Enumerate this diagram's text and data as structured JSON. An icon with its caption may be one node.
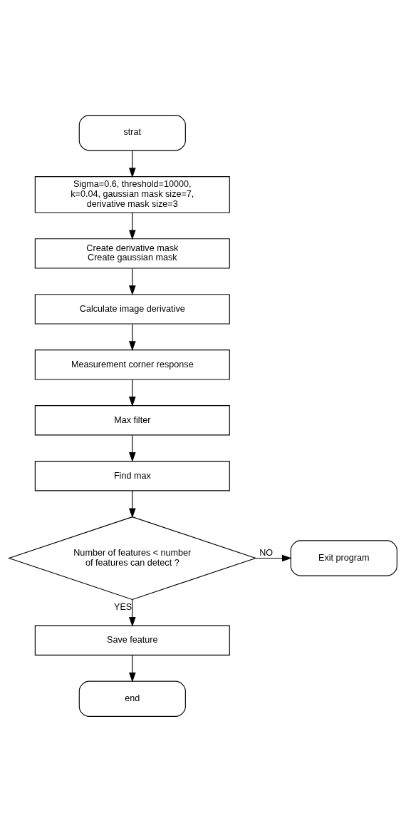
{
  "diagram": {
    "nodes": [
      {
        "text": [
          "strat"
        ]
      },
      {
        "text": [
          "Sigma=0.6, threshold=10000, k=0.04, gaussian mask size=7, derivative mask size=3"
        ]
      },
      {
        "text": [
          "Create derivative mask Create gaussian mask"
        ]
      },
      {
        "text": [
          "Calculate image derivative"
        ]
      },
      {
        "text": [
          "Measurement corner response"
        ]
      },
      {
        "text": [
          "Max filter"
        ]
      },
      {
        "text": [
          "Find max"
        ]
      },
      {
        "text": [
          "Number of features < number of features can detect ?"
        ]
      },
      {
        "text": [
          "Exit program"
        ]
      },
      {
        "text": [
          "Save feature"
        ]
      },
      {
        "text": [
          "end"
        ]
      }
    ],
    "edges": [
      {
        "from": 0,
        "to": 1,
        "arrow": "to"
      },
      {
        "from": 1,
        "to": 2,
        "arrow": "to"
      },
      {
        "from": 2,
        "to": 3,
        "arrow": "to"
      },
      {
        "from": 3,
        "to": 4,
        "arrow": "to"
      },
      {
        "from": 4,
        "to": 5,
        "arrow": "to"
      },
      {
        "from": 5,
        "to": 6,
        "arrow": "to"
      },
      {
        "from": 6,
        "to": 7,
        "arrow": "to"
      },
      {
        "from": 7,
        "to": 8,
        "label": "NO",
        "arrow": "to"
      },
      {
        "from": 7,
        "to": 9,
        "label": "YES",
        "arrow": "to"
      },
      {
        "from": 9,
        "to": 10,
        "arrow": "to"
      }
    ]
  }
}
